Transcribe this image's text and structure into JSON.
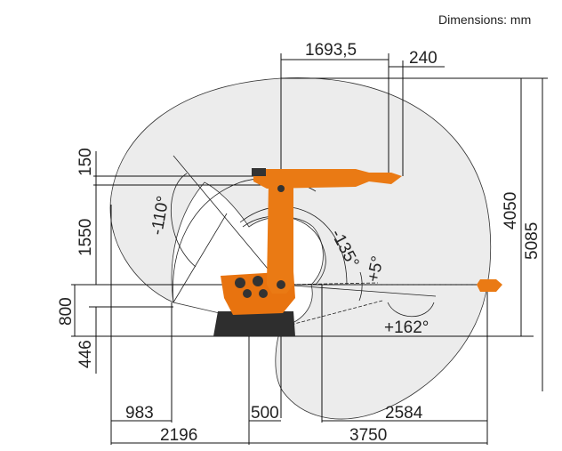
{
  "title": "Dimensions: mm",
  "colors": {
    "robot": "#e8730f",
    "workspace": "#ececec",
    "base": "#333333"
  },
  "dimensions": {
    "top_reach": "1693,5",
    "flange_offset": "240",
    "height_upper": "4050",
    "height_total": "5085",
    "arm_offset": "150",
    "arm_length": "1550",
    "base_height": "800",
    "floor_offset": "446",
    "rear_983": "983",
    "rear_2196": "2196",
    "axis_500": "500",
    "front_2584": "2584",
    "front_3750": "3750"
  },
  "angles": {
    "a1": "-110°",
    "a2": "-135°",
    "a3": "+5°",
    "a4": "+162°"
  }
}
